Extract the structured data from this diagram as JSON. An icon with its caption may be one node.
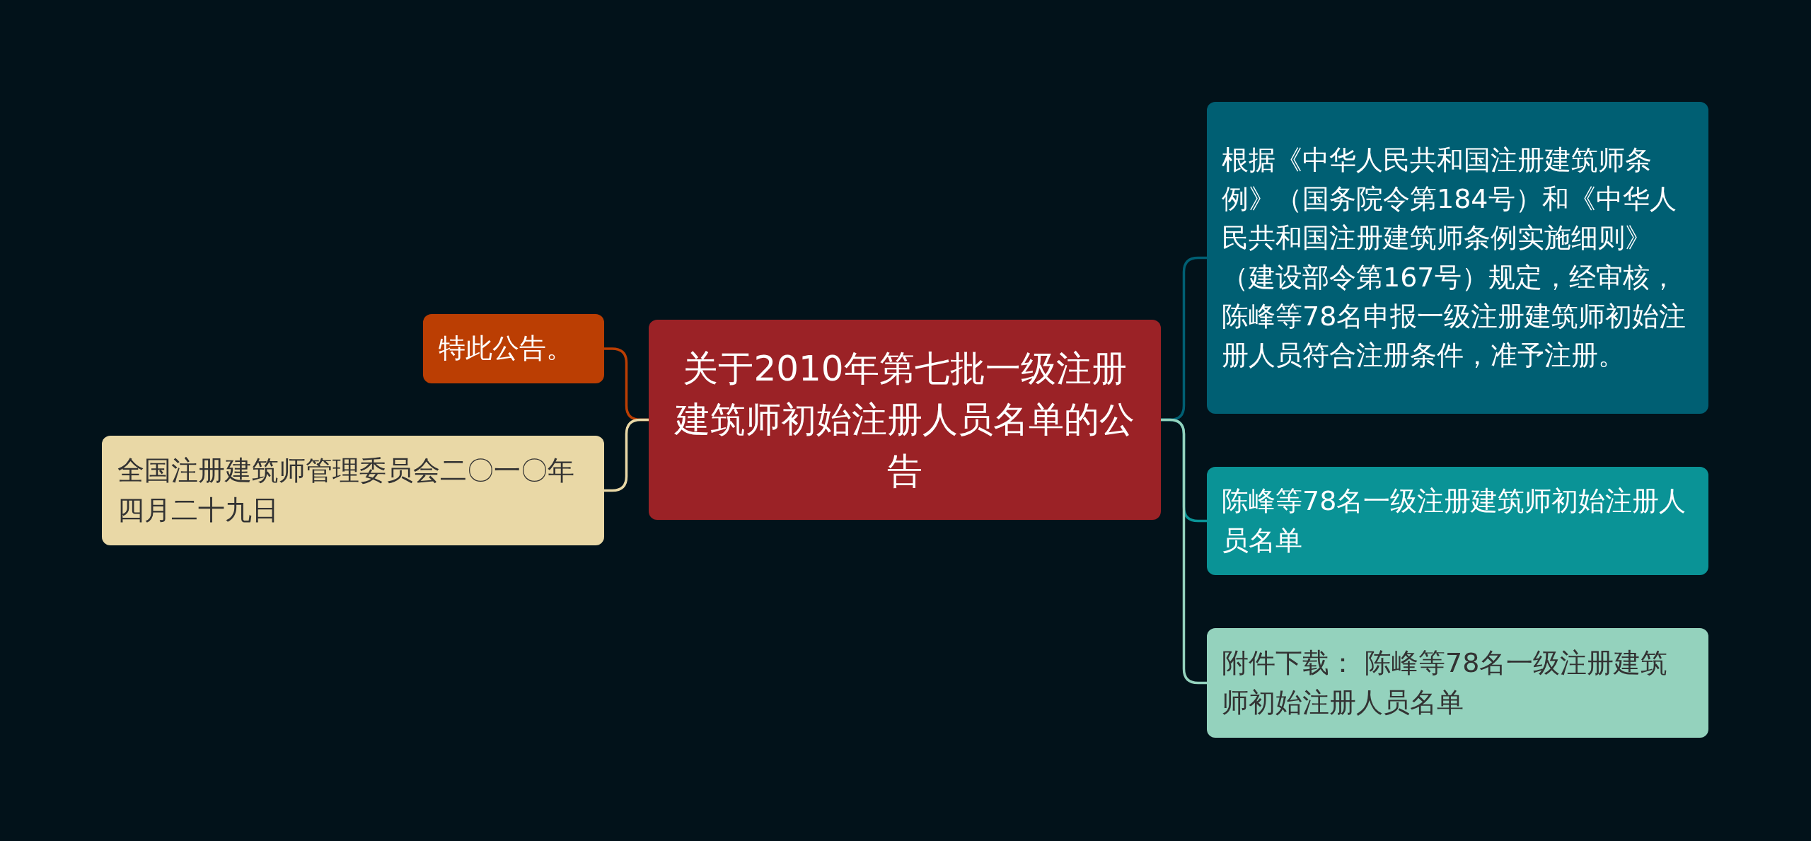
{
  "diagram": {
    "nodes": [
      {
        "text": [
          "关于2010年第七批一级注册建筑师初始注册人员名单的公告"
        ]
      },
      {
        "text": [
          "特此公告。"
        ]
      },
      {
        "text": [
          "全国注册建筑师管理委员会二〇一〇年四月二十九日"
        ]
      },
      {
        "text": [
          "根据《中华人民共和国注册建筑师条例》（国务院令第184号）和《中华人民共和国注册建筑师条例实施细则》（建设部令第167号）规定，经审核，陈峰等78名申报一级注册建筑师初始注册人员符合注册条件，准予注册。"
        ]
      },
      {
        "text": [
          "陈峰等78名一级注册建筑师初始注册人员名单"
        ]
      },
      {
        "text": [
          "附件下载： 陈峰等78名一级注册建筑师初始注册人员名单"
        ]
      }
    ],
    "edges": [
      {
        "from": 0,
        "to": 1,
        "arrow": "none",
        "color": "#bb3e03"
      },
      {
        "from": 0,
        "to": 2,
        "arrow": "none",
        "color": "#e9d8a6"
      },
      {
        "from": 0,
        "to": 3,
        "arrow": "none",
        "color": "#005f73"
      },
      {
        "from": 0,
        "to": 4,
        "arrow": "none",
        "color": "#0a9396"
      },
      {
        "from": 0,
        "to": 5,
        "arrow": "none",
        "color": "#94d2bd"
      }
    ]
  }
}
